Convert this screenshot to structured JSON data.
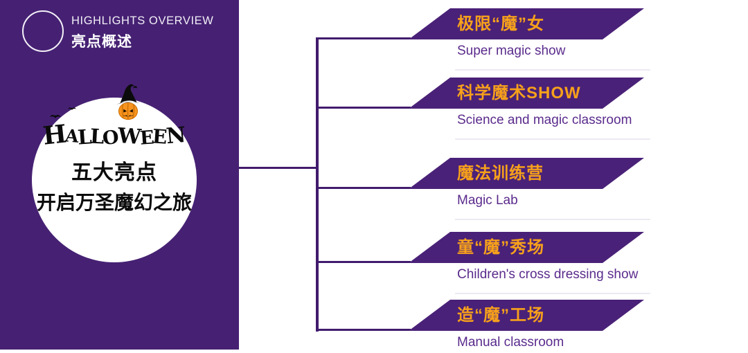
{
  "header": {
    "title_en": "HIGHLIGHTS OVERVIEW",
    "title_cn": "亮点概述"
  },
  "badge": {
    "logo_text": "HALLOWEEN",
    "line1": "五大亮点",
    "line2": "开启万圣魔幻之旅"
  },
  "items": [
    {
      "title": "极限“魔”女",
      "subtitle": "Super magic show"
    },
    {
      "title": "科学魔术SHOW",
      "subtitle": "Science and magic classroom"
    },
    {
      "title": "魔法训练营",
      "subtitle": "Magic Lab"
    },
    {
      "title": "童“魔”秀场",
      "subtitle": "Children's cross dressing show"
    },
    {
      "title": "造“魔”工场",
      "subtitle": "Manual classroom"
    }
  ],
  "icons": {
    "logo_decoration": "witch-hat-pumpkin",
    "logo_side_decoration": "bats",
    "header_decoration": "outline-circle"
  },
  "colors": {
    "panel_purple": "#462173",
    "banner_purple": "#4A2178",
    "connector_purple": "#411b6d",
    "accent_orange": "#F7A11B",
    "subtitle_purple": "#5A2B8C",
    "badge_background": "#ffffff",
    "logo_black": "#0b0b0b"
  }
}
